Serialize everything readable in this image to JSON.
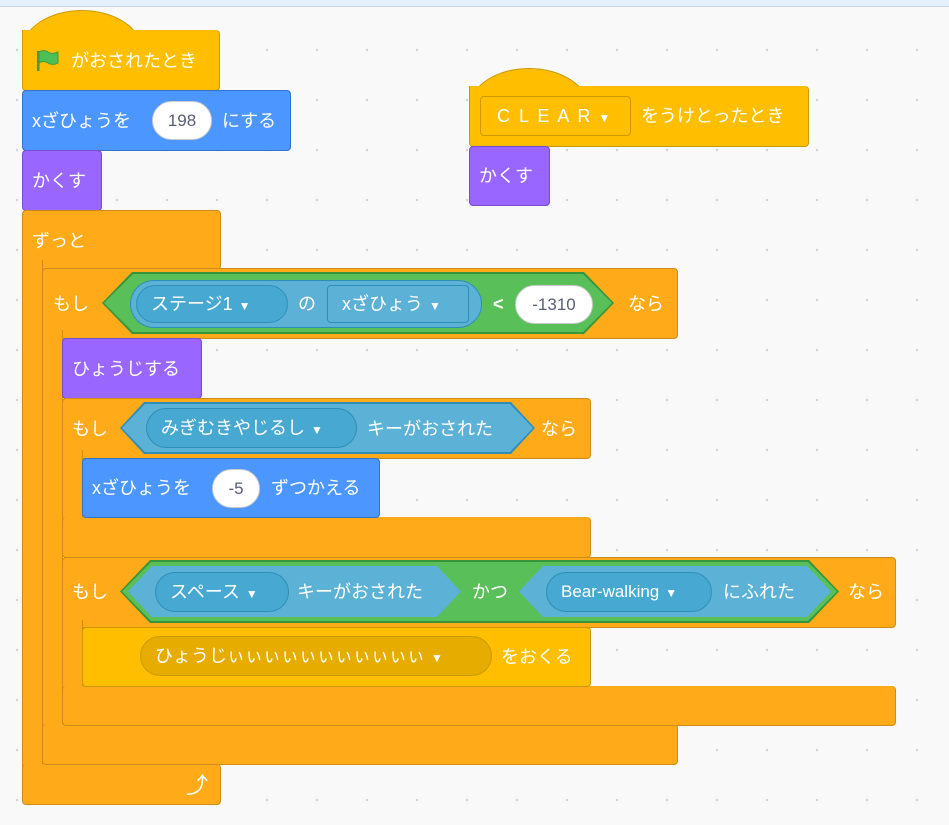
{
  "script1": {
    "hat_label": "がおされたとき",
    "set_x": {
      "label_pre": "xざひょうを",
      "value": "198",
      "label_post": "にする"
    },
    "hide_label": "かくす",
    "forever_label": "ずっと",
    "if1": {
      "if_label": "もし",
      "sensing_target": "ステージ1",
      "of_label": "の",
      "sensing_property": "xざひょう",
      "operator": "<",
      "value": "-1310",
      "then_label": "なら"
    },
    "show_label": "ひょうじする",
    "if2": {
      "if_label": "もし",
      "key": "みぎむきやじるし",
      "key_pressed_label": "キーがおされた",
      "then_label": "なら"
    },
    "change_x": {
      "label_pre": "xざひょうを",
      "value": "-5",
      "label_post": "ずつかえる"
    },
    "if3": {
      "if_label": "もし",
      "key": "スペース",
      "key_pressed_label": "キーがおされた",
      "and_label": "かつ",
      "touching_target": "Bear-walking",
      "touching_label": "にふれた",
      "then_label": "なら"
    },
    "broadcast": {
      "message": "ひょうじぃぃぃぃぃぃぃぃぃぃぃ",
      "label": "をおくる"
    }
  },
  "script2": {
    "message": "C L E A R",
    "hat_label": "をうけとったとき",
    "hide_label": "かくす"
  },
  "colors": {
    "events": "#ffbf00",
    "motion": "#4c97ff",
    "looks": "#9966ff",
    "control": "#ffab19",
    "operators": "#59c059",
    "sensing": "#5cb1d6"
  }
}
